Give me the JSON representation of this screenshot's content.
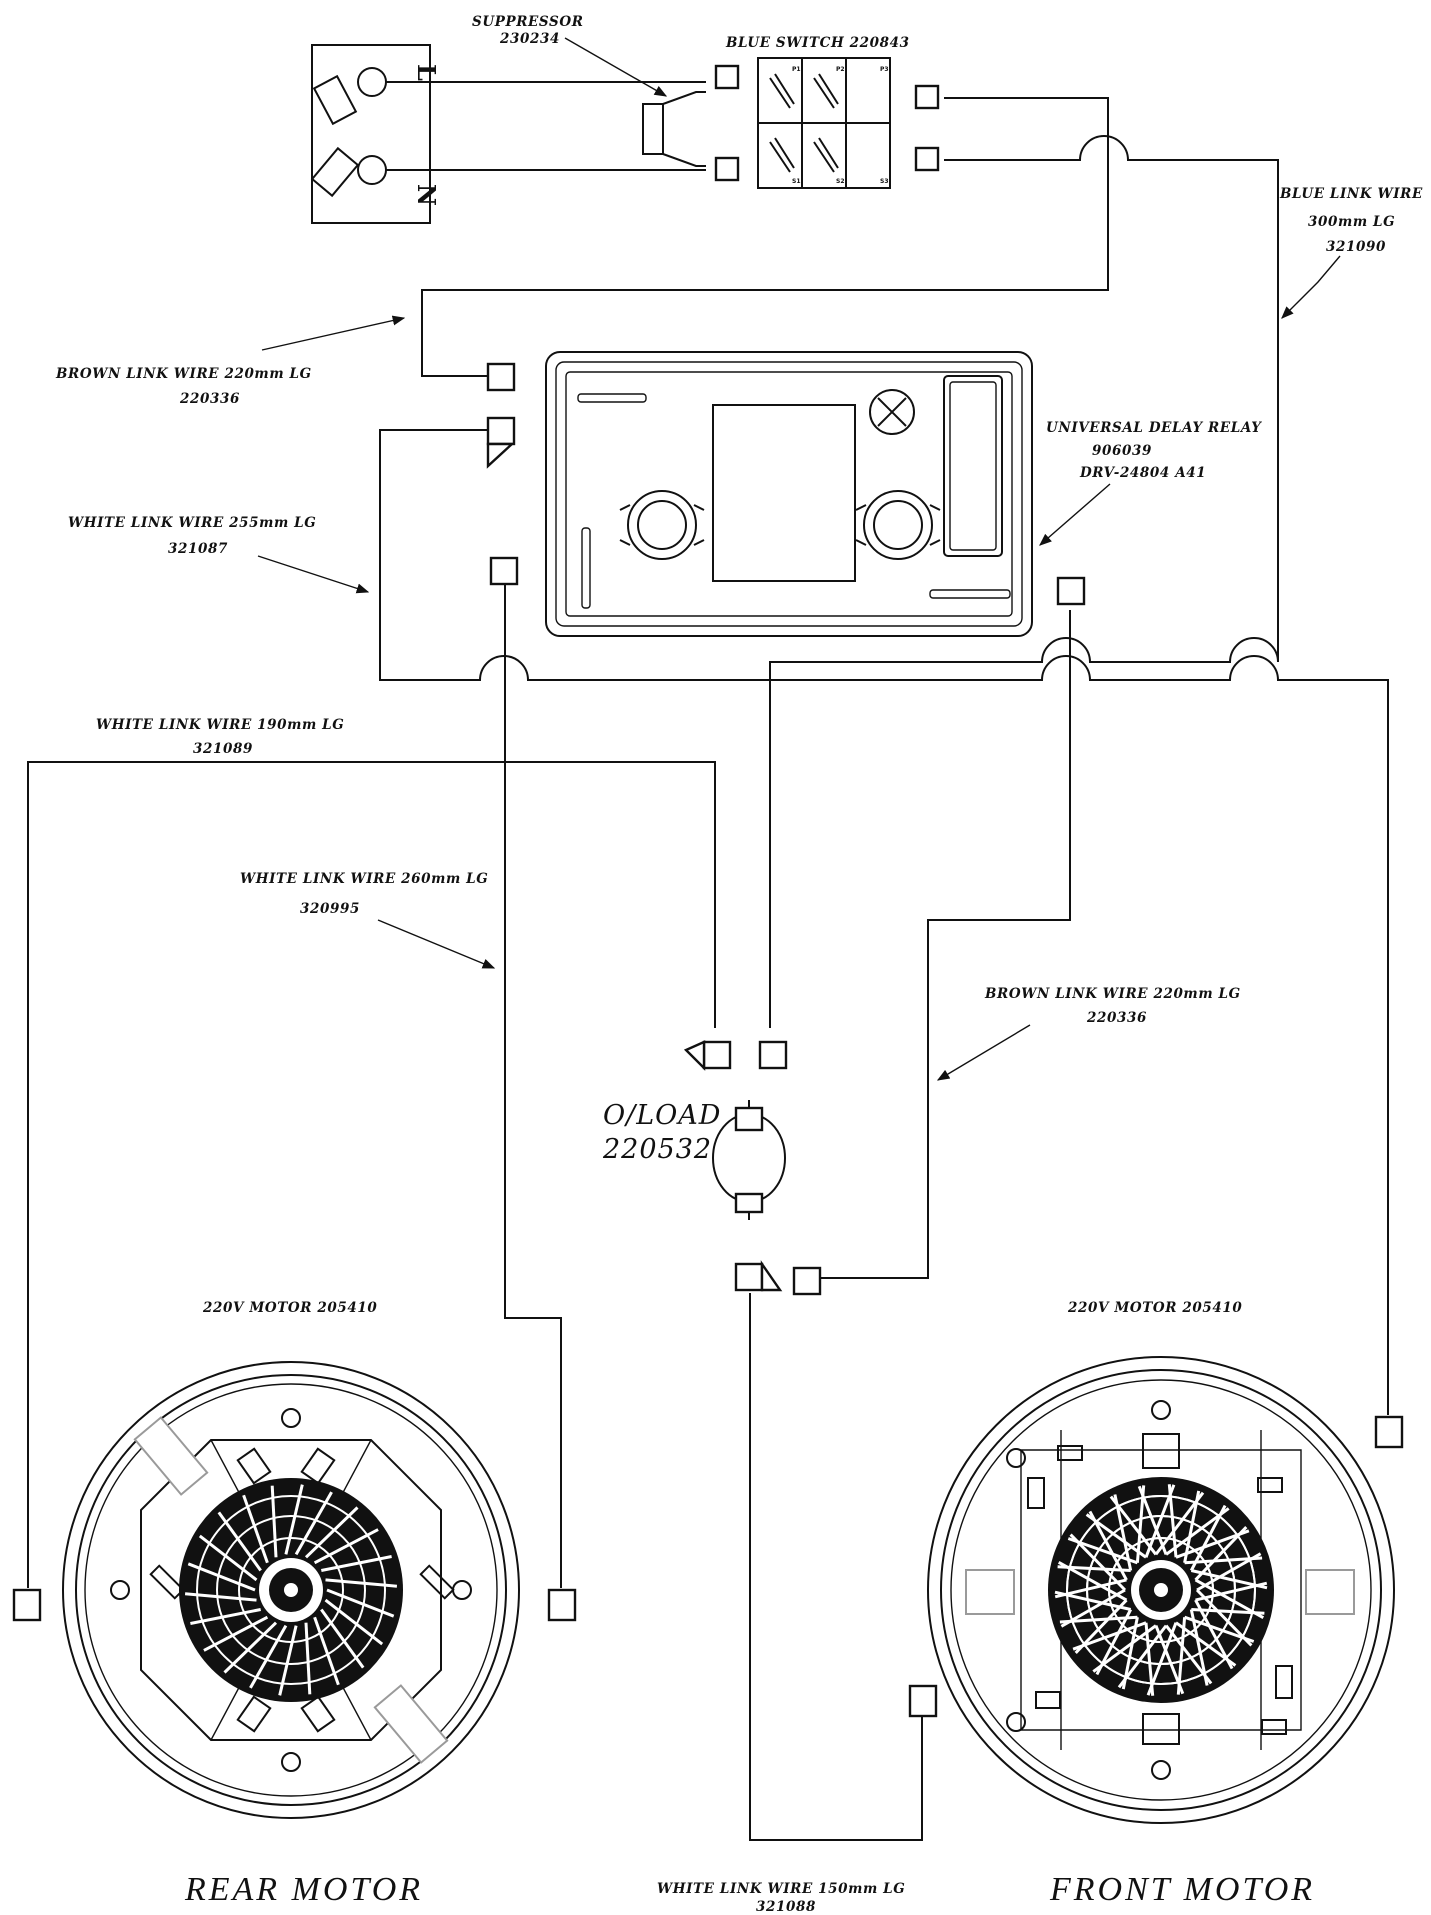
{
  "labels": {
    "suppressor": "SUPPRESSOR",
    "suppressor_code": "230234",
    "blue_switch": "BLUE SWITCH 220843",
    "blue_link_wire": "BLUE LINK WIRE",
    "blue_link_wire_len": "300mm LG",
    "blue_link_wire_code": "321090",
    "brown_link_wire_top": "BROWN LINK WIRE 220mm LG",
    "brown_link_wire_top_code": "220336",
    "udr_title": "UNIVERSAL DELAY RELAY",
    "udr_code": "906039",
    "udr_model": "DRV-24804 A41",
    "white_wire_255": "WHITE LINK WIRE 255mm LG",
    "white_wire_255_code": "321087",
    "white_wire_190": "WHITE LINK WIRE 190mm LG",
    "white_wire_190_code": "321089",
    "white_wire_260": "WHITE LINK WIRE 260mm LG",
    "white_wire_260_code": "320995",
    "brown_link_wire_mid": "BROWN LINK WIRE 220mm LG",
    "brown_link_wire_mid_code": "220336",
    "overload": "O/LOAD",
    "overload_code": "220532",
    "rear_motor_spec": "220V MOTOR 205410",
    "front_motor_spec": "220V MOTOR 205410",
    "rear_motor": "REAR MOTOR",
    "front_motor": "FRONT MOTOR",
    "white_wire_150": "WHITE LINK WIRE 150mm LG",
    "white_wire_150_code": "321088"
  },
  "socket": {
    "live": "L",
    "neutral": "N"
  },
  "switch_terminals": [
    "P1",
    "P2",
    "P3",
    "S1",
    "S2",
    "S3"
  ]
}
